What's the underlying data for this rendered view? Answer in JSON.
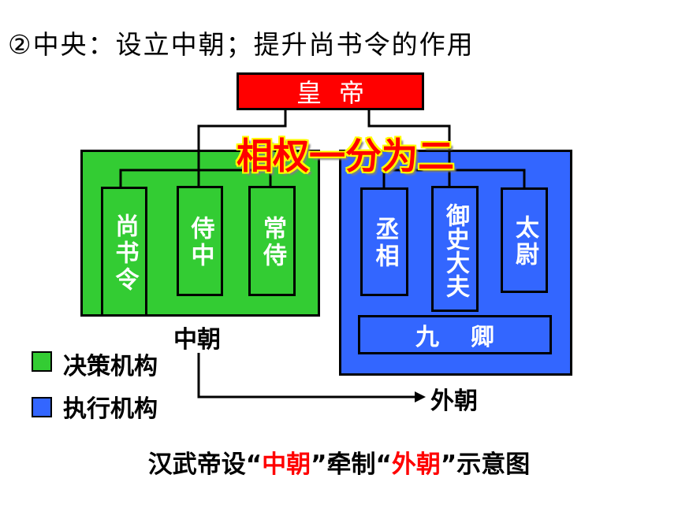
{
  "heading": "②中央：设立中朝；提升尚书令的作用",
  "diagram": {
    "emperor": "皇帝",
    "banner": "相权一分为二",
    "inner_court": {
      "label": "中朝",
      "posts": [
        "尚书令",
        "侍中",
        "常侍"
      ]
    },
    "outer_court": {
      "label": "外朝",
      "posts": [
        "丞相",
        "御史大夫",
        "太尉"
      ],
      "nine_ministers": "九卿"
    }
  },
  "legend": [
    {
      "label": "决策机构",
      "color": "#33cc33"
    },
    {
      "label": "执行机构",
      "color": "#3366ff"
    }
  ],
  "caption": {
    "part1": "汉武帝设“",
    "highlight1": "中朝",
    "part2": "”牵制“",
    "highlight2": "外朝",
    "part3": "”示意图"
  },
  "colors": {
    "emperor": "#ff0000",
    "inner_court": "#33cc33",
    "outer_court": "#3366ff",
    "banner": "#ff0000",
    "banner_outline": "#ffff00"
  }
}
